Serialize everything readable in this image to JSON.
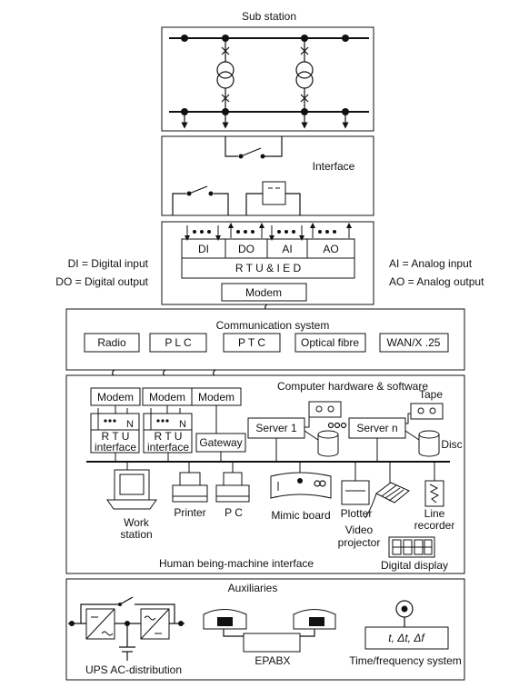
{
  "substation": {
    "title": "Sub station"
  },
  "interface": {
    "label": "Interface"
  },
  "rtu": {
    "io": [
      "DI",
      "DO",
      "AI",
      "AO"
    ],
    "label": "R T U & I E D",
    "modem": "Modem"
  },
  "legend": {
    "di": "DI = Digital input",
    "do": "DO = Digital output",
    "ai": "AI = Analog input",
    "ao": "AO = Analog output"
  },
  "communication": {
    "title": "Communication system",
    "items": [
      "Radio",
      "P L C",
      "P T C",
      "Optical fibre",
      "WAN/X .25"
    ]
  },
  "computer": {
    "title": "Computer hardware & software",
    "modems": [
      "Modem",
      "Modem",
      "Modem"
    ],
    "rtu_n": "N",
    "rtu_interface": [
      "R T U",
      "interface"
    ],
    "gateway": "Gateway",
    "servers": [
      "Server 1",
      "Server n"
    ],
    "tape": "Tape",
    "disc": "Disc",
    "devices": {
      "workstation": [
        "Work",
        "station"
      ],
      "printer": "Printer",
      "pc": "P C",
      "mimic": "Mimic board",
      "plotter": "Plotter",
      "video": [
        "Video",
        "projector"
      ],
      "line_recorder": [
        "Line",
        "recorder"
      ],
      "digital_display": "Digital display"
    },
    "hmi": "Human being-machine interface"
  },
  "auxiliaries": {
    "title": "Auxiliaries",
    "ups": "UPS AC-distribution",
    "epabx": "EPABX",
    "tf_formula": "t, Δt, Δf",
    "tf_system": "Time/frequency system"
  }
}
